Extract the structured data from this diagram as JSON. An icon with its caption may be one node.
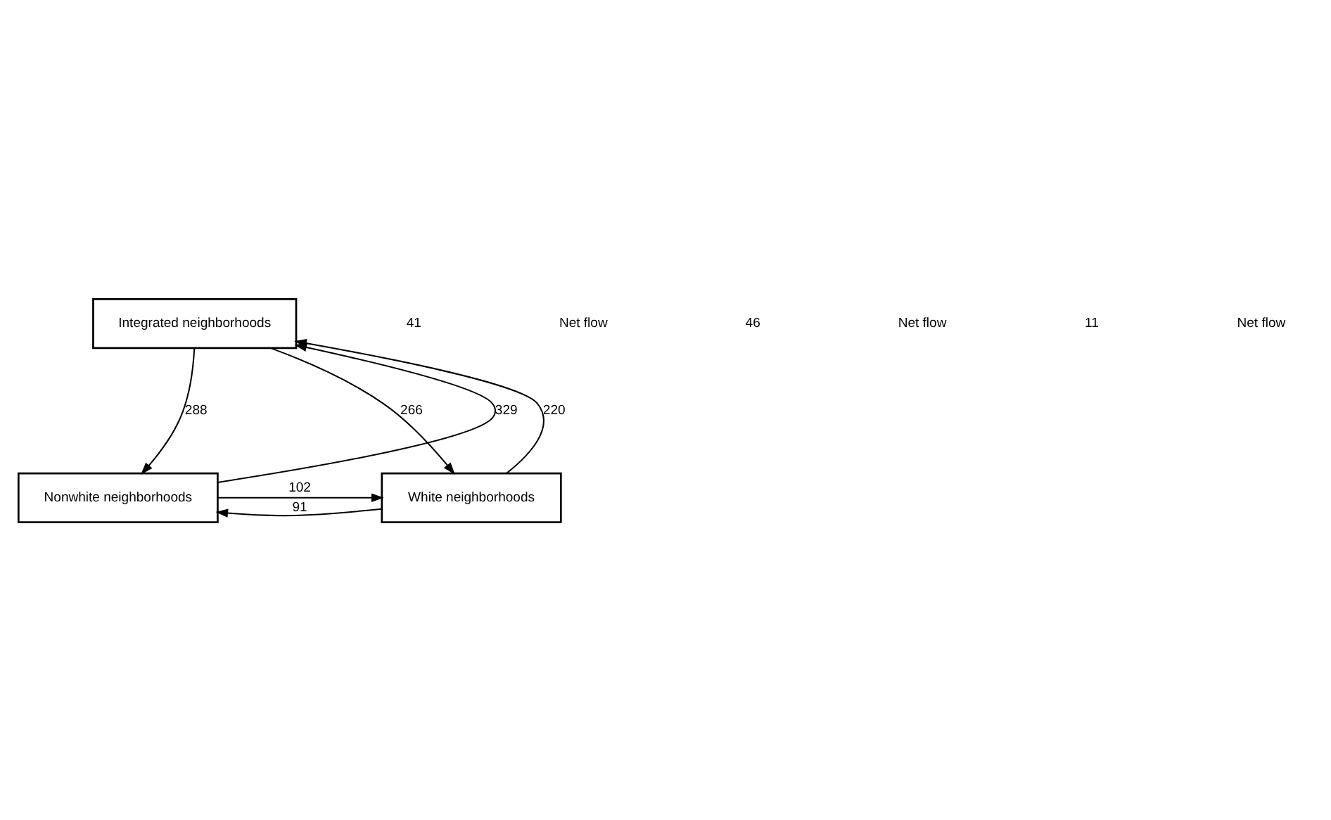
{
  "diagram": {
    "nodes": [
      {
        "text": [
          "Integrated neighborhoods"
        ]
      },
      {
        "text": [
          "Nonwhite neighborhoods"
        ]
      },
      {
        "text": [
          "White neighborhoods"
        ]
      }
    ],
    "edges": [
      {
        "from": 1,
        "to": 0,
        "arrow": "to",
        "label": "329"
      },
      {
        "from": 0,
        "to": 1,
        "arrow": "to",
        "label": "288"
      },
      {
        "from": 2,
        "to": 0,
        "arrow": "to",
        "label": "220"
      },
      {
        "from": 0,
        "to": 2,
        "arrow": "to",
        "label": "266"
      },
      {
        "from": 1,
        "to": 2,
        "arrow": "to",
        "label": "102"
      },
      {
        "from": 2,
        "to": 1,
        "arrow": "to",
        "label": "91"
      }
    ],
    "labels": [
      "41",
      "Net flow",
      "46",
      "Net flow",
      "11",
      "Net flow"
    ]
  }
}
